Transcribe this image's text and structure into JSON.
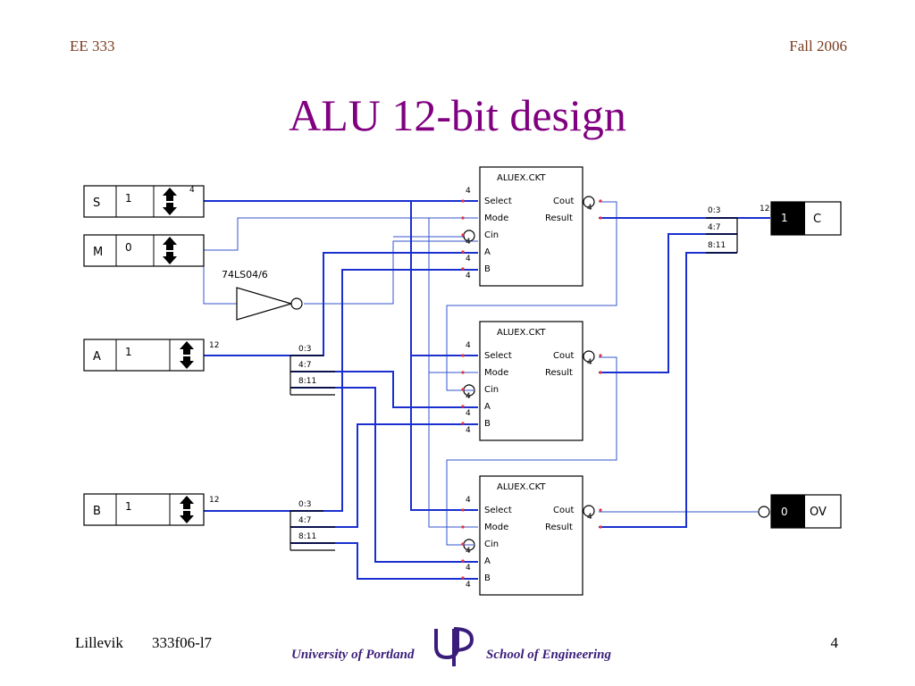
{
  "header": {
    "course": "EE 333",
    "term": "Fall 2006"
  },
  "title": "ALU 12-bit design",
  "footer": {
    "author": "Lillevik",
    "doc_id": "333f06-l7",
    "page": "4",
    "university": "University of Portland",
    "school": "School of Engineering"
  },
  "inputs": {
    "S": {
      "name": "S",
      "value": "1",
      "width_label": "4"
    },
    "M": {
      "name": "M",
      "value": "0"
    },
    "A": {
      "name": "A",
      "value": "1",
      "width_label": "12"
    },
    "B": {
      "name": "B",
      "value": "1",
      "width_label": "12"
    }
  },
  "inverter": {
    "label": "74LS04/6"
  },
  "splitters": {
    "taps": [
      "0:3",
      "4:7",
      "8:11"
    ]
  },
  "alu_block": {
    "name": "ALUEX.CKT",
    "pins": {
      "select": "Select",
      "mode": "Mode",
      "cin": "Cin",
      "a": "A",
      "b": "B",
      "cout": "Cout",
      "result": "Result"
    },
    "bus_width": "4"
  },
  "outputs": {
    "C": {
      "name": "C",
      "value": "1",
      "width_label": "12"
    },
    "OV": {
      "name": "OV",
      "value": "0"
    }
  },
  "colors": {
    "wire": "#3355cc",
    "bus": "#1a2fd0",
    "title": "#800080",
    "header": "#7a3b1e",
    "pin_dot": "#dd3344"
  }
}
